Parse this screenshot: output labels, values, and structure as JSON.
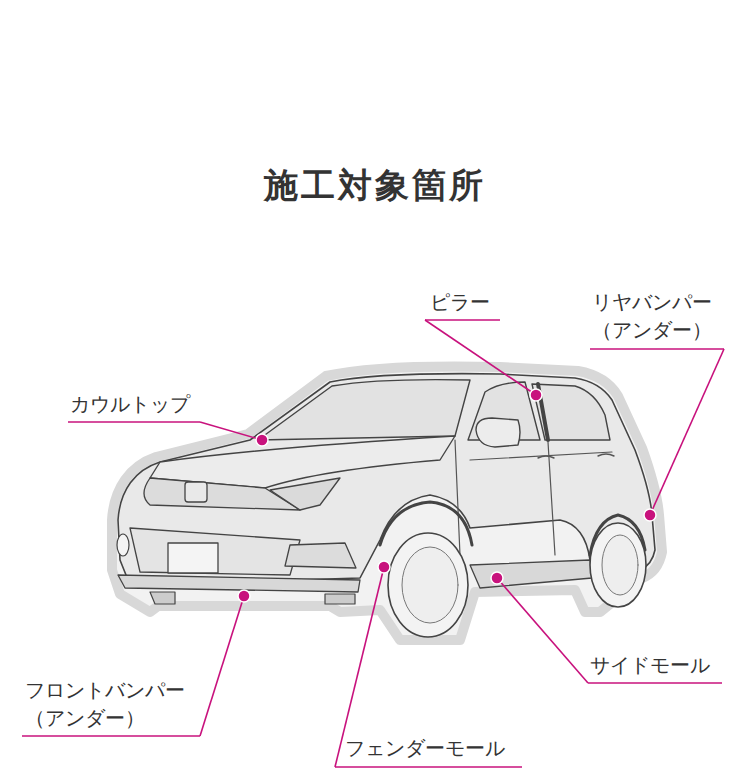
{
  "diagram": {
    "title": "施工対象箇所",
    "labels": [
      "ピラー",
      "リヤバンパー （アンダー）",
      "カウルトップ",
      "フロントバンパー （アンダー）",
      "サイドモール",
      "フェンダーモール"
    ]
  }
}
